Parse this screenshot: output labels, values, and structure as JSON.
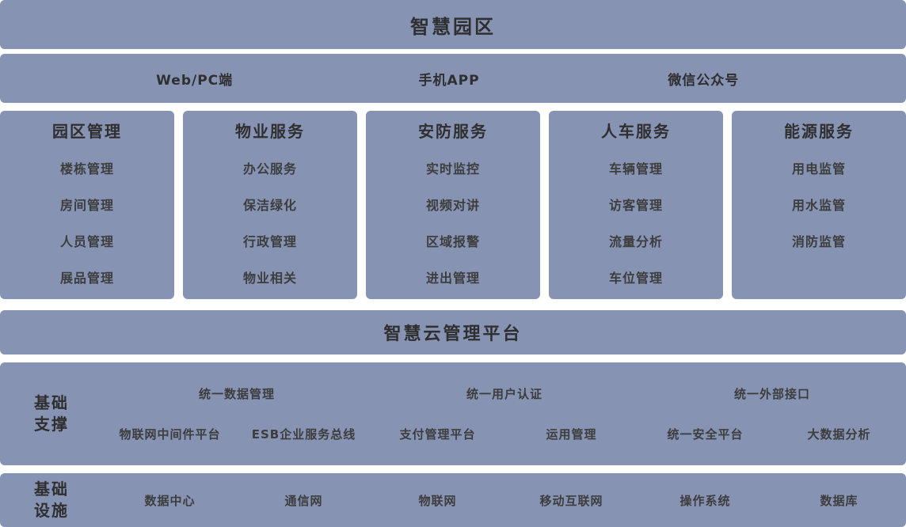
{
  "colors": {
    "panel": "#8793b3",
    "heading_text": "#2f2f2f",
    "item_text": "#3d3d3d"
  },
  "title_banner": {
    "label": "智慧园区"
  },
  "access_banner": {
    "items": [
      {
        "label": "Web/PC端"
      },
      {
        "label": "手机APP"
      },
      {
        "label": "微信公众号"
      }
    ]
  },
  "service_columns": [
    {
      "title": "园区管理",
      "items": [
        "楼栋管理",
        "房间管理",
        "人员管理",
        "展品管理"
      ]
    },
    {
      "title": "物业服务",
      "items": [
        "办公服务",
        "保洁绿化",
        "行政管理",
        "物业相关"
      ]
    },
    {
      "title": "安防服务",
      "items": [
        "实时监控",
        "视频对讲",
        "区域报警",
        "进出管理"
      ]
    },
    {
      "title": "人车服务",
      "items": [
        "车辆管理",
        "访客管理",
        "流量分析",
        "车位管理"
      ]
    },
    {
      "title": "能源服务",
      "items": [
        "用电监管",
        "用水监管",
        "消防监管"
      ]
    }
  ],
  "cloud_banner": {
    "label": "智慧云管理平台"
  },
  "support_section": {
    "label_lines": [
      "基础",
      "支撑"
    ],
    "row1": [
      "统一数据管理",
      "统一用户认证",
      "统一外部接口"
    ],
    "row2": [
      "物联网中间件平台",
      "ESB企业服务总线",
      "支付管理平台",
      "运用管理",
      "统一安全平台",
      "大数据分析"
    ]
  },
  "infrastructure_section": {
    "label_lines": [
      "基础",
      "设施"
    ],
    "items": [
      "数据中心",
      "通信网",
      "物联网",
      "移动互联网",
      "操作系统",
      "数据库"
    ]
  }
}
